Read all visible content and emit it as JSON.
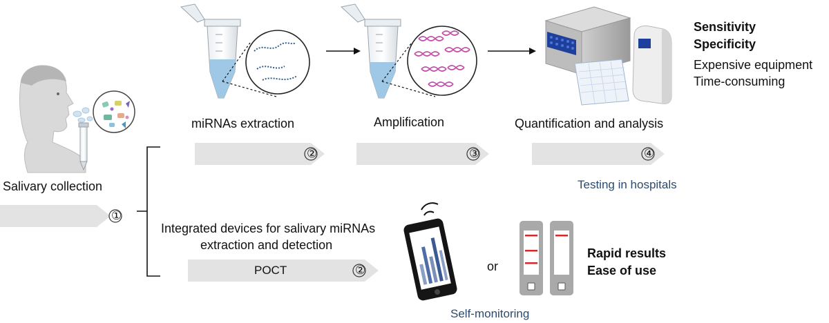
{
  "stages": {
    "collection": {
      "label": "Salivary collection",
      "step": "①"
    },
    "extraction": {
      "label": "miRNAs extraction",
      "step": "②"
    },
    "amplification": {
      "label": "Amplification",
      "step": "③"
    },
    "quantification": {
      "label": "Quantification and analysis",
      "step": "④"
    }
  },
  "hospital": {
    "caption": "Testing in hospitals",
    "pros": [
      "Sensitivity",
      "Specificity"
    ],
    "cons": [
      "Expensive equipment",
      "Time-consuming"
    ]
  },
  "poct": {
    "description_line1": "Integrated devices for salivary miRNAs",
    "description_line2": "extraction and detection",
    "arrow_label": "POCT",
    "step": "②",
    "or_text": "or",
    "caption": "Self-monitoring",
    "pros": [
      "Rapid results",
      "Ease of use"
    ]
  },
  "colors": {
    "arrow": "#e3e3e3",
    "liquid": "#9ec8e6",
    "dna_pink": "#c24ca8",
    "device_blue": "#1f3f9c",
    "strip_red": "#d02a2a"
  }
}
